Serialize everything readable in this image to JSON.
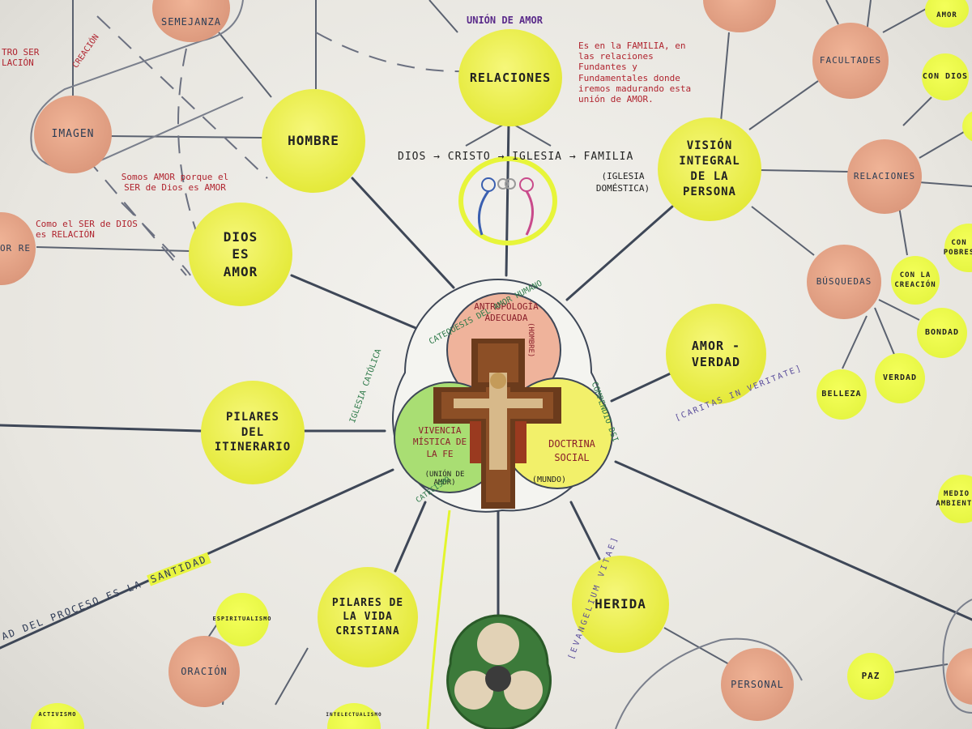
{
  "center": {
    "top": "ANTROPOLOGÍA ADECUADA",
    "top_sub": "(HOMBRE)",
    "left": "VIVENCIA MÍSTICA DE LA FE",
    "left_sub": "(UNIÓN DE AMOR)",
    "right": "DOCTRINA SOCIAL",
    "right_sub": "(MUNDO)",
    "ring_left": "IGLESIA CATÓLICA",
    "ring_top": "CATEQUESIS DEL AMOR HUMANO",
    "ring_right": "COMPENDIO DSI",
    "ring_bottom": "CATECISMO"
  },
  "nodes": {
    "relaciones_top": "RELACIONES",
    "hombre": "HOMBRE",
    "dios_amor": "DIOS ES AMOR",
    "vision": "VISIÓN INTEGRAL DE LA PERSONA",
    "amor_verdad": "AMOR - VERDAD",
    "pilares_itinerario": "PILARES DEL ITINERARIO",
    "pilares_vida": "PILARES DE LA VIDA CRISTIANA",
    "herida": "HERIDA",
    "semejanza": "SEMEJANZA",
    "imagen": "IMAGEN",
    "facultades": "FACULTADES",
    "relaciones_right": "RELACIONES",
    "busquedas": "BÚSQUEDAS",
    "con_creacion": "CON LA CREACIÓN",
    "bondad": "BONDAD",
    "verdad": "VERDAD",
    "belleza": "BELLEZA",
    "con_dios": "CON DIOS",
    "amor_small": "AMOR",
    "con_pobres": "CON POBRES",
    "medio_ambiente": "MEDIO AMBIENTE",
    "personal": "PERSONAL",
    "paz": "PAZ",
    "espiritualismo": "ESPIRITUALISMO",
    "oracion": "ORACIÓN",
    "activismo": "ACTIVISMO",
    "intelectualismo": "INTELECTUALISMO",
    "left_edge": "OR RE"
  },
  "labels": {
    "union_amor": "UNIÓN DE AMOR",
    "familia_note": "Es en la FAMILIA, en las relaciones Fundantes y Fundamentales donde iremos madurando esta unión de AMOR.",
    "chain": "DIOS → CRISTO → IGLESIA → FAMILIA",
    "iglesia_domestica": "(IGLESIA DOMÉSTICA)",
    "somos_amor": "Somos AMOR porque el SER de Dios es AMOR",
    "como_ser": "Como el SER de DIOS es RELACIÓN",
    "creacion": "CREACIÓN",
    "nuestro_ser": "TRO SER LACIÓN",
    "caritas": "[CARITAS IN VERITATE]",
    "evangelium": "[EVANGELIUM VITAE]",
    "santidad_prefix": "AD DEL PROCESO ES LA",
    "santidad": "SANTIDAD"
  },
  "colors": {
    "yellow": "#e8ec45",
    "lime": "#e6f53d",
    "salmon": "#e2a084",
    "red_text": "#b0242f",
    "purple_text": "#5a4d9b"
  }
}
